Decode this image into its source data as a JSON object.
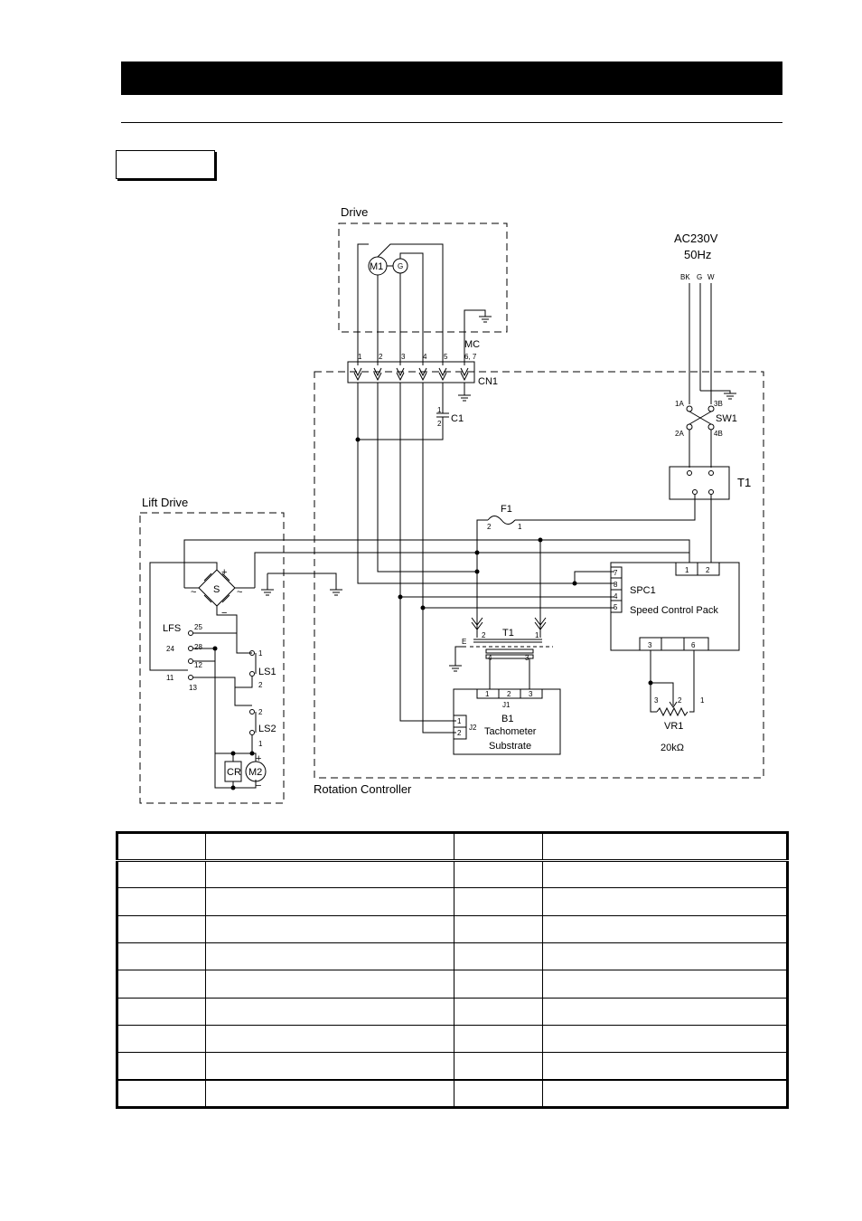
{
  "diagram": {
    "drive_label": "Drive",
    "power_voltage": "AC230V",
    "power_freq": "50Hz",
    "wire_bk": "BK",
    "wire_g": "G",
    "wire_w": "W",
    "m1": "M1",
    "g": "G",
    "mc": "MC",
    "mc_pins": "6, 7",
    "cn1": "CN1",
    "cn1_pins": [
      "1",
      "2",
      "3",
      "4",
      "5"
    ],
    "c1": "C1",
    "c1_p1": "1",
    "c1_p2": "2",
    "sw1": "SW1",
    "sw1_1a": "1A",
    "sw1_2a": "2A",
    "sw1_3b": "3B",
    "sw1_4b": "4B",
    "t1": "T1",
    "f1": "F1",
    "f1_p2": "2",
    "f1_p1": "1",
    "spc1": "SPC1",
    "spc1_desc": "Speed Control Pack",
    "spc_pins_left": [
      "7",
      "8",
      "4",
      "5"
    ],
    "spc_pins_top": [
      "1",
      "2"
    ],
    "spc_pins_bottom": [
      "3",
      "6"
    ],
    "t1b": "T1",
    "t1b_p2": "2",
    "t1b_p1": "1",
    "t1b_p4": "4",
    "t1b_p3": "3",
    "e": "E",
    "j1": "J1",
    "j1_pins": [
      "1",
      "2",
      "3"
    ],
    "j2": "J2",
    "j2_pins": [
      "1",
      "2"
    ],
    "b1": "B1",
    "b1_l2": "Tachometer",
    "b1_l3": "Substrate",
    "vr1": "VR1",
    "vr1_val": "20kΩ",
    "vr1_p3": "3",
    "vr1_p2": "2",
    "vr1_p1": "1",
    "lift_drive": "Lift Drive",
    "s": "S",
    "plus": "+",
    "minus": "−",
    "tilde": "~",
    "lfs": "LFS",
    "lfs_25": "25",
    "lfs_24": "24",
    "lfs_28": "28",
    "lfs_12": "12",
    "lfs_11": "11",
    "lfs_13": "13",
    "ls1": "LS1",
    "ls1_1": "1",
    "ls1_2": "2",
    "ls2": "LS2",
    "ls2_2": "2",
    "ls2_1": "1",
    "cr": "CR",
    "m2": "M2",
    "rotation_controller": "Rotation Controller"
  }
}
